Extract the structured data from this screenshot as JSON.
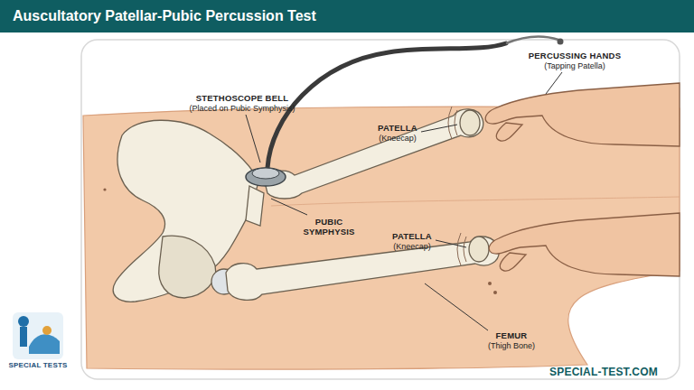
{
  "diagram": {
    "title": "Auscultatory Patellar-Pubic Percussion Test",
    "labels": [
      "STETHOSCOPE BELL",
      "(Placed on Pubic Symphysis)",
      "PERCUSSING HANDS",
      "(Tapping Patella)",
      "PATELLA",
      "(Kneecap)",
      "PUBIC SYMPHYSIS",
      "PATELLA",
      "(Kneecap)",
      "FEMUR",
      "(Thigh Bone)",
      "SPECIAL TESTS",
      "SPECIAL-TEST.COM"
    ]
  }
}
